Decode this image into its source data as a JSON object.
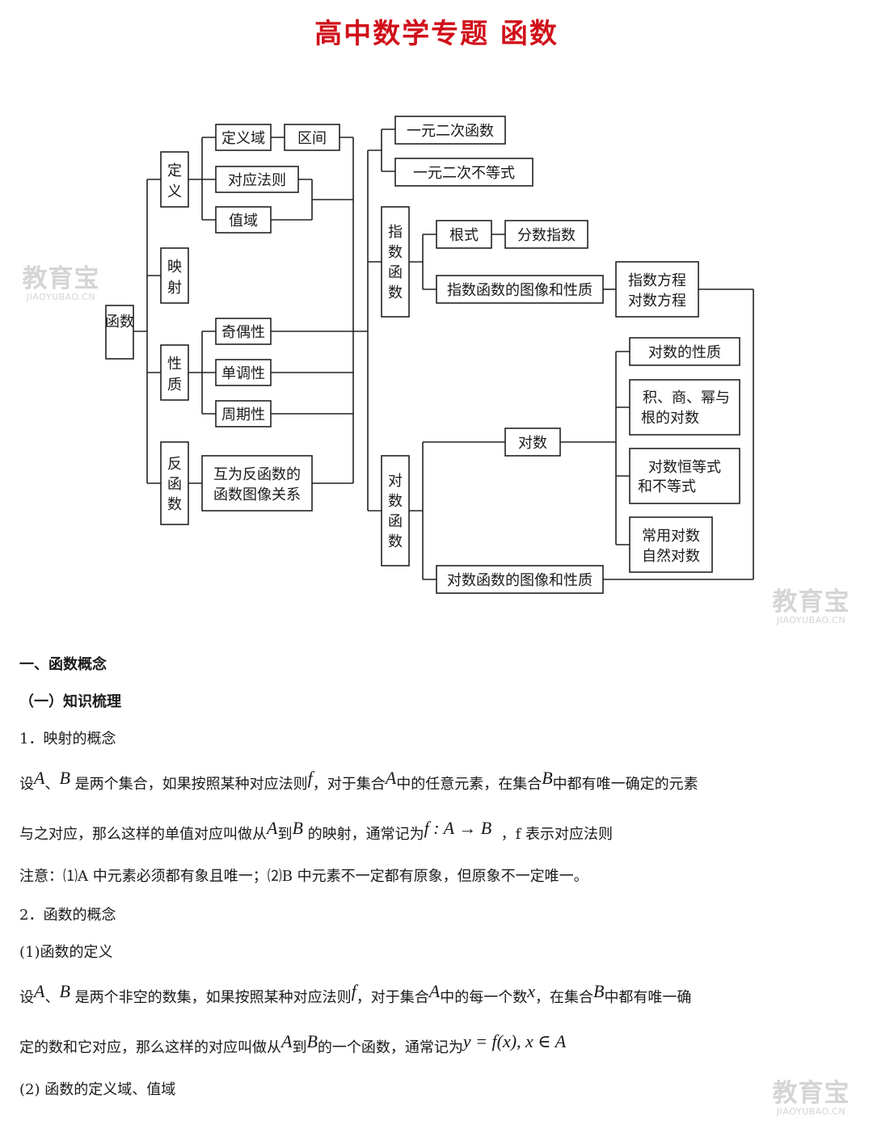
{
  "title": "高中数学专题 函数",
  "watermark": {
    "main": "教育宝",
    "sub": "JIAOYUBAO.CN"
  },
  "diagram": {
    "root": "函数",
    "branches": {
      "definition": "定义",
      "mapping": "映射",
      "properties": "性质",
      "inverse": "反函数"
    },
    "definition_items": {
      "domain": "定义域",
      "interval": "区间",
      "rule": "对应法则",
      "range": "值域"
    },
    "property_items": {
      "parity": "奇偶性",
      "monotonic": "单调性",
      "periodic": "周期性"
    },
    "inverse_item": [
      "互为反函数的",
      "函数图像关系"
    ],
    "right_items": {
      "quadratic_function": "一元二次函数",
      "quadratic_inequality": "一元二次不等式",
      "exp_function": "指数函数",
      "radical": "根式",
      "fraction_exponent": "分数指数",
      "exp_graph": "指数函数的图像和性质",
      "equations": [
        "指数方程",
        "对数方程"
      ],
      "log_function": "对数函数",
      "logarithm": "对数",
      "log_properties": "对数的性质",
      "log_of_product": [
        "积、商、幂与",
        "根的对数"
      ],
      "log_identity": [
        "对数恒等式",
        "和不等式"
      ],
      "common_log": [
        "常用对数",
        "自然对数"
      ],
      "log_graph": "对数函数的图像和性质"
    }
  },
  "section1": {
    "heading": "一、函数概念",
    "subheading": "（一）知识梳理",
    "p1_heading": "1．映射的概念",
    "p1": {
      "part1": "设",
      "A": "A",
      "sep": "、",
      "B": "B",
      "part2": " 是两个集合，如果按照某种对应法则",
      "f": "f",
      "part3": "，对于集合",
      "part4": "中的任意元素，在集合",
      "part5": "中都有唯一确定的元素"
    },
    "p1_line2": {
      "part1": "与之对应，那么这样的单值对应叫做从",
      "part2": "到",
      "part3": " 的映射，通常记为",
      "formula": "f : A → B",
      "part4": "，f 表示对应法则"
    },
    "note": "注意：⑴A 中元素必须都有象且唯一；⑵B 中元素不一定都有原象，但原象不一定唯一。",
    "p2_heading": "2．函数的概念",
    "p2_sub": "(1)函数的定义",
    "p2": {
      "part1": "设",
      "part2": " 是两个非空的数集，如果按照某种对应法则",
      "part3": "，对于集合",
      "part4": "中的每一个数",
      "x": "x",
      "part5": "，在集合",
      "part6": "中都有唯一确"
    },
    "p2_line2": {
      "part1": "定的数和它对应，那么这样的对应叫做从",
      "part2": "到",
      "part3": "的一个函数，通常记为",
      "formula": "y = f(x), x ∈ A"
    },
    "p3_sub": "(2)  函数的定义域、值域"
  }
}
